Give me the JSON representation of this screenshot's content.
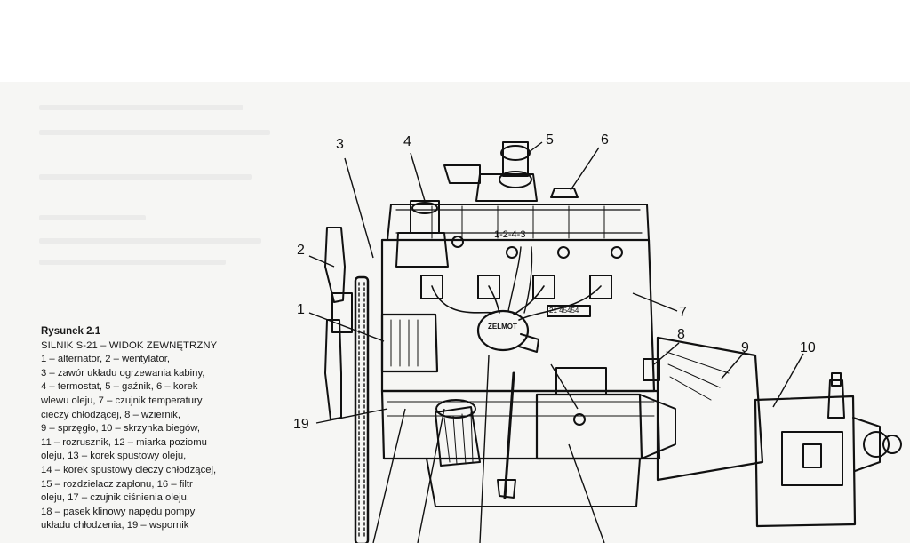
{
  "figure": {
    "title": "Rysunek 2.1",
    "subtitle": "SILNIK S-21 – WIDOK ZEWNĘTRZNY",
    "legend_lines": [
      "1 – alternator, 2 – wentylator,",
      "3 – zawór układu ogrzewania kabiny,",
      "4 – termostat, 5 – gaźnik, 6 – korek",
      "wlewu oleju, 7 – czujnik temperatury",
      "cieczy chłodzącej, 8 – wziernik,",
      "9 – sprzęgło, 10 – skrzynka biegów,",
      "11 – rozrusznik, 12 – miarka poziomu",
      "oleju, 13 – korek spustowy oleju,",
      "14 – korek spustowy cieczy chłodzącej,",
      "15 – rozdzielacz zapłonu, 16 – filtr",
      "oleju, 17 – czujnik ciśnienia oleju,",
      "18 – pasek klinowy napędu pompy",
      "układu chłodzenia, 19 – wspornik"
    ]
  },
  "drawing": {
    "firing_order": "1-2-4-3",
    "distributor_brand": "ZELMOT",
    "plate_text": "21 45454",
    "callouts": [
      "1",
      "2",
      "3",
      "4",
      "5",
      "6",
      "7",
      "8",
      "9",
      "10",
      "19"
    ]
  }
}
